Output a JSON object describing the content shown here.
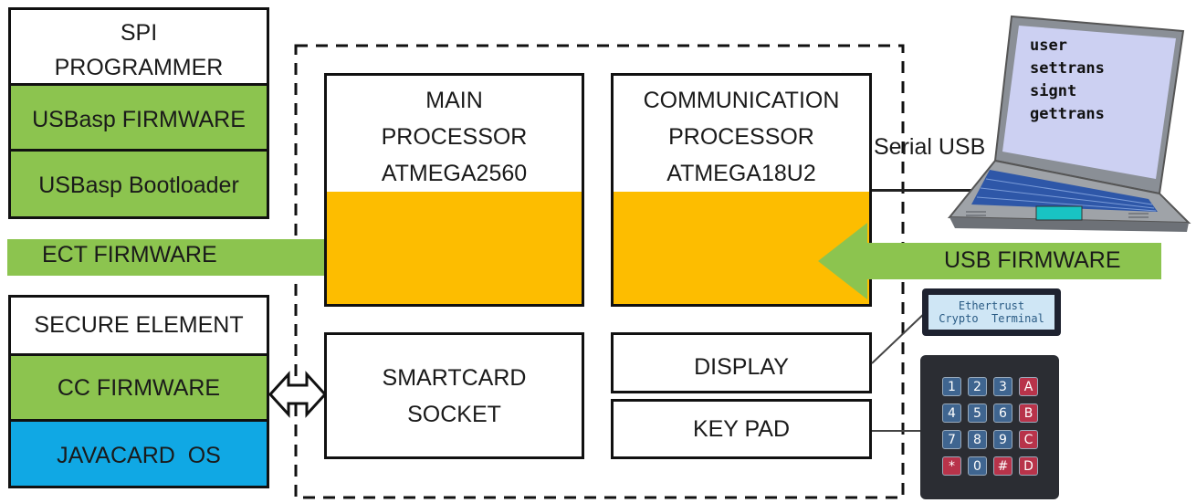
{
  "left_stack_top": {
    "header": [
      "SPI",
      "PROGRAMMER"
    ],
    "firmware": "USBasp FIRMWARE",
    "bootloader": "USBasp Bootloader"
  },
  "left_stack_bottom": {
    "header": "SECURE ELEMENT",
    "firmware": "CC FIRMWARE",
    "os": "JAVACARD  OS"
  },
  "main_processor": [
    "MAIN",
    "PROCESSOR",
    "ATMEGA2560"
  ],
  "comm_processor": [
    "COMMUNICATION",
    "PROCESSOR",
    "ATMEGA18U2"
  ],
  "smartcard_socket": [
    "SMARTCARD",
    "SOCKET"
  ],
  "display": "DISPLAY",
  "keypad": "KEY PAD",
  "arrows": {
    "ect": "ECT  FIRMWARE",
    "usb": "USB FIRMWARE"
  },
  "serial_usb": "Serial USB",
  "laptop_commands": [
    "user",
    "settrans",
    "signt",
    "gettrans"
  ],
  "lcd_lines": [
    "Ethertrust",
    "Crypto  Terminal"
  ],
  "keypad_keys": [
    "1",
    "2",
    "3",
    "A",
    "4",
    "5",
    "6",
    "B",
    "7",
    "8",
    "9",
    "C",
    "*",
    "0",
    "#",
    "D"
  ],
  "colors": {
    "firmware_green": "#8cc44f",
    "os_blue": "#10a8e4",
    "processor_yellow": "#fdbd00"
  }
}
